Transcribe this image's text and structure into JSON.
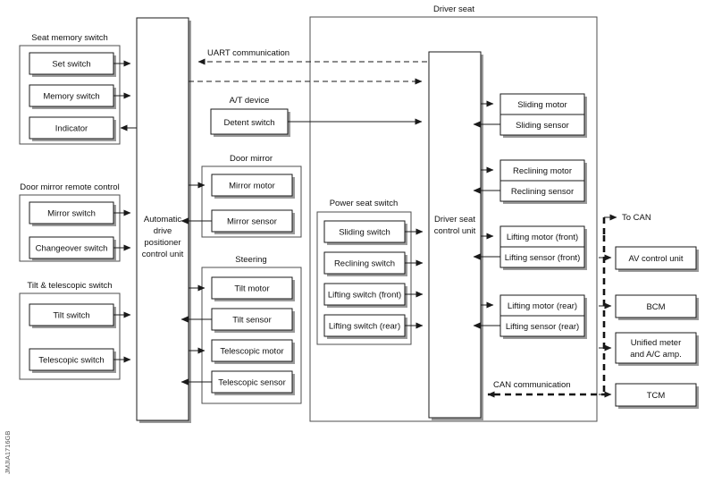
{
  "figure": {
    "code": "JMJIA1716GB",
    "title": "Driver seat"
  },
  "groups": {
    "seat_memory_switch": "Seat memory switch",
    "door_mirror_remote_control": "Door mirror remote control",
    "tilt_telescopic_switch": "Tilt & telescopic switch",
    "at_device": "A/T device",
    "door_mirror": "Door mirror",
    "steering": "Steering",
    "power_seat_switch": "Power seat switch",
    "driver_seat": "Driver seat"
  },
  "units": {
    "adp_control_unit": "Automatic\ndrive\npositioner\ncontrol unit",
    "adp_control_unit_lines": [
      "Automatic",
      "drive",
      "positioner",
      "control unit"
    ],
    "driver_seat_control_unit_lines": [
      "Driver seat",
      "control unit"
    ]
  },
  "seat_memory_switch_items": [
    {
      "label": "Set switch",
      "direction": "out"
    },
    {
      "label": "Memory switch",
      "direction": "out"
    },
    {
      "label": "Indicator",
      "direction": "in"
    }
  ],
  "door_mirror_remote_items": [
    {
      "label": "Mirror switch",
      "direction": "out"
    },
    {
      "label": "Changeover switch",
      "direction": "out"
    }
  ],
  "tilt_telescopic_items": [
    {
      "label": "Tilt switch",
      "direction": "out"
    },
    {
      "label": "Telescopic switch",
      "direction": "out"
    }
  ],
  "at_device_items": [
    {
      "label": "Detent switch",
      "direction": "out"
    }
  ],
  "door_mirror_items": [
    {
      "label": "Mirror motor",
      "direction": "in"
    },
    {
      "label": "Mirror sensor",
      "direction": "out"
    }
  ],
  "steering_items": [
    {
      "label": "Tilt motor",
      "direction": "in"
    },
    {
      "label": "Tilt sensor",
      "direction": "out"
    },
    {
      "label": "Telescopic motor",
      "direction": "in"
    },
    {
      "label": "Telescopic sensor",
      "direction": "out"
    }
  ],
  "power_seat_switch_items": [
    {
      "label": "Sliding switch",
      "direction": "out"
    },
    {
      "label": "Reclining switch",
      "direction": "out"
    },
    {
      "label": "Lifting switch (front)",
      "direction": "out"
    },
    {
      "label": "Lifting switch (rear)",
      "direction": "out"
    }
  ],
  "driver_seat_actuators": [
    {
      "label": "Sliding motor",
      "direction": "in"
    },
    {
      "label": "Sliding sensor",
      "direction": "out"
    },
    {
      "label": "Reclining motor",
      "direction": "in"
    },
    {
      "label": "Reclining sensor",
      "direction": "out"
    },
    {
      "label": "Lifting motor (front)",
      "direction": "in"
    },
    {
      "label": "Lifting sensor (front)",
      "direction": "out"
    },
    {
      "label": "Lifting motor (rear)",
      "direction": "in"
    },
    {
      "label": "Lifting sensor (rear)",
      "direction": "out"
    }
  ],
  "can_nodes": [
    {
      "label": "AV control unit"
    },
    {
      "label": "BCM"
    },
    {
      "label": "Unified meter\nand A/C amp.",
      "lines": [
        "Unified meter",
        "and A/C amp."
      ]
    },
    {
      "label": "TCM"
    }
  ],
  "annotations": {
    "uart": "UART communication",
    "can": "CAN communication",
    "to_can": "To CAN"
  }
}
